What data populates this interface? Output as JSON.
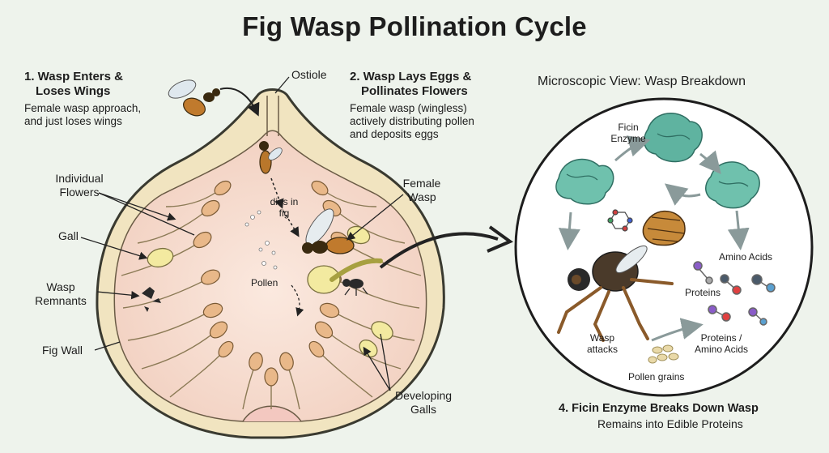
{
  "title": "Fig Wasp Pollination Cycle",
  "step1": {
    "heading_line1": "1. Wasp Enters &",
    "heading_line2": "Loses Wings",
    "desc_line1": "Female wasp approach,",
    "desc_line2": "and just loses wings"
  },
  "step2": {
    "heading_line1": "2. Wasp Lays Eggs &",
    "heading_line2": "Pollinates Flowers",
    "desc_line1": "Female wasp (wingless)",
    "desc_line2": "actively distributing pollen",
    "desc_line3": "and deposits eggs"
  },
  "microscopic": {
    "heading": "Microscopic View: Wasp Breakdown",
    "ficin_line1": "Ficin",
    "ficin_line2": "Enzyme",
    "amino_acids": "Amino Acids",
    "proteins": "Proteins",
    "proteins_amino_line1": "Proteins /",
    "proteins_amino_line2": "Amino Acids",
    "wasp_attacks_line1": "Wasp",
    "wasp_attacks_line2": "attacks",
    "pollen_grains": "Pollen grains"
  },
  "step4": {
    "line1": "4. Ficin Enzyme Breaks Down Wasp",
    "line2": "Remains into Edible Proteins"
  },
  "labels": {
    "ostiole": "Ostiole",
    "individual_flowers_line1": "Individual",
    "individual_flowers_line2": "Flowers",
    "gall": "Gall",
    "wasp_remnants_line1": "Wasp",
    "wasp_remnants_line2": "Remnants",
    "fig_wall": "Fig Wall",
    "female_wasp_line1": "Female",
    "female_wasp_line2": "Wasp",
    "dies_in_fig_line1": "dies in",
    "dies_in_fig_line2": "fig",
    "pollen": "Pollen",
    "developing_galls_line1": "Developing",
    "developing_galls_line2": "Galls"
  },
  "colors": {
    "background": "#eef3ec",
    "fig_skin": "#f1e4c0",
    "fig_inner": "#f6dccf",
    "gall": "#f3eaa0",
    "enzyme": "#5fb3a0",
    "wasp_body": "#b9772b"
  }
}
